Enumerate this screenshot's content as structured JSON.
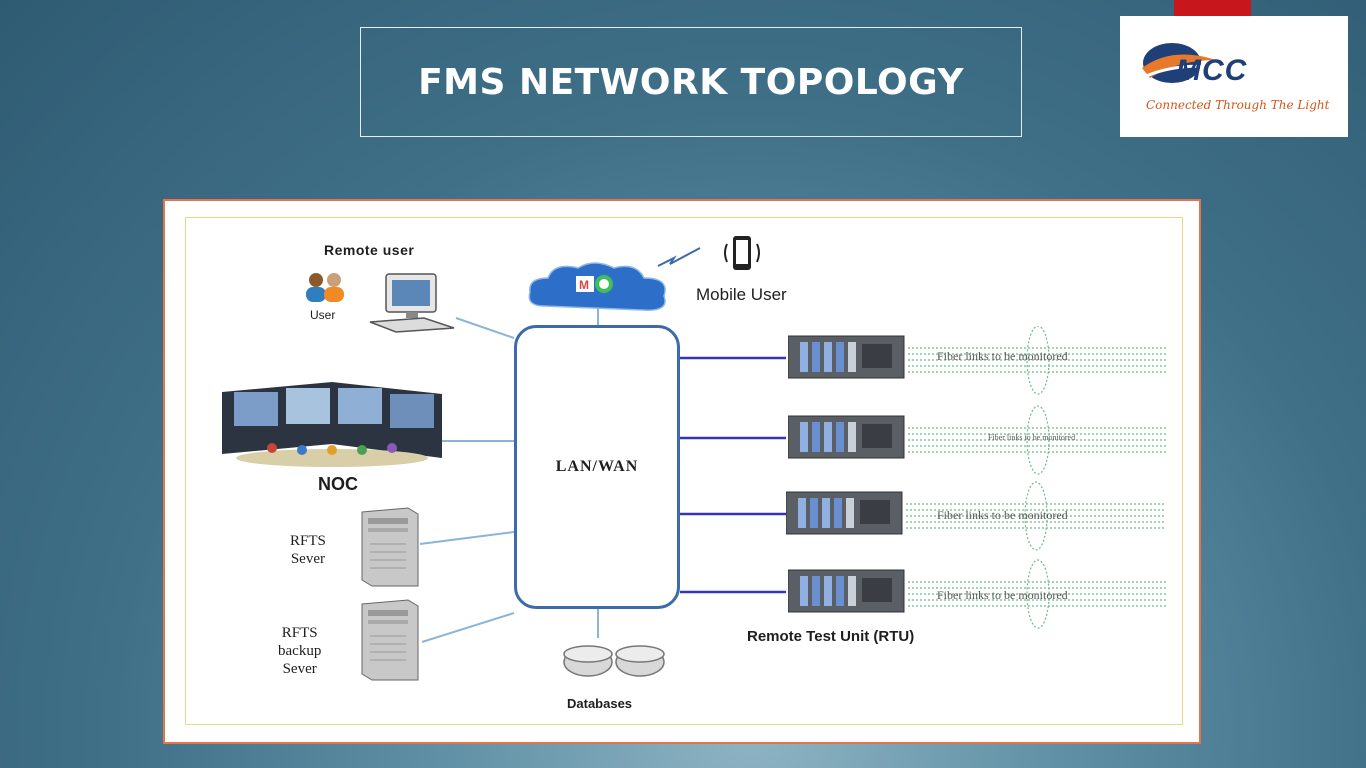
{
  "slide": {
    "title": "FMS NETWORK TOPOLOGY"
  },
  "logo": {
    "word": "MCC",
    "tagline": "Connected Through The Light",
    "colors": {
      "blue": "#1f3f78",
      "orange": "#e8782a"
    }
  },
  "diagram": {
    "remote_user_label": "Remote user",
    "user_label": "User",
    "mobile_user_label": "Mobile User",
    "noc_label": "NOC",
    "lan_wan_label": "LAN/WAN",
    "rfts_server_label": [
      "RFTS",
      "Sever"
    ],
    "rfts_backup_label": [
      "RFTS",
      "backup",
      "Sever"
    ],
    "databases_label": "Databases",
    "rtu_label": "Remote Test Unit (RTU)",
    "fiber_labels": [
      "Fiber links to be monitored",
      "Fiber links to be monitored",
      "Fiber links to be monitored",
      "Fiber links to be monitored"
    ],
    "colors": {
      "link": "#3535b8",
      "frame": "#e2764a",
      "lan_border": "#3d6aa8",
      "fiber": "#6fb98a"
    }
  }
}
